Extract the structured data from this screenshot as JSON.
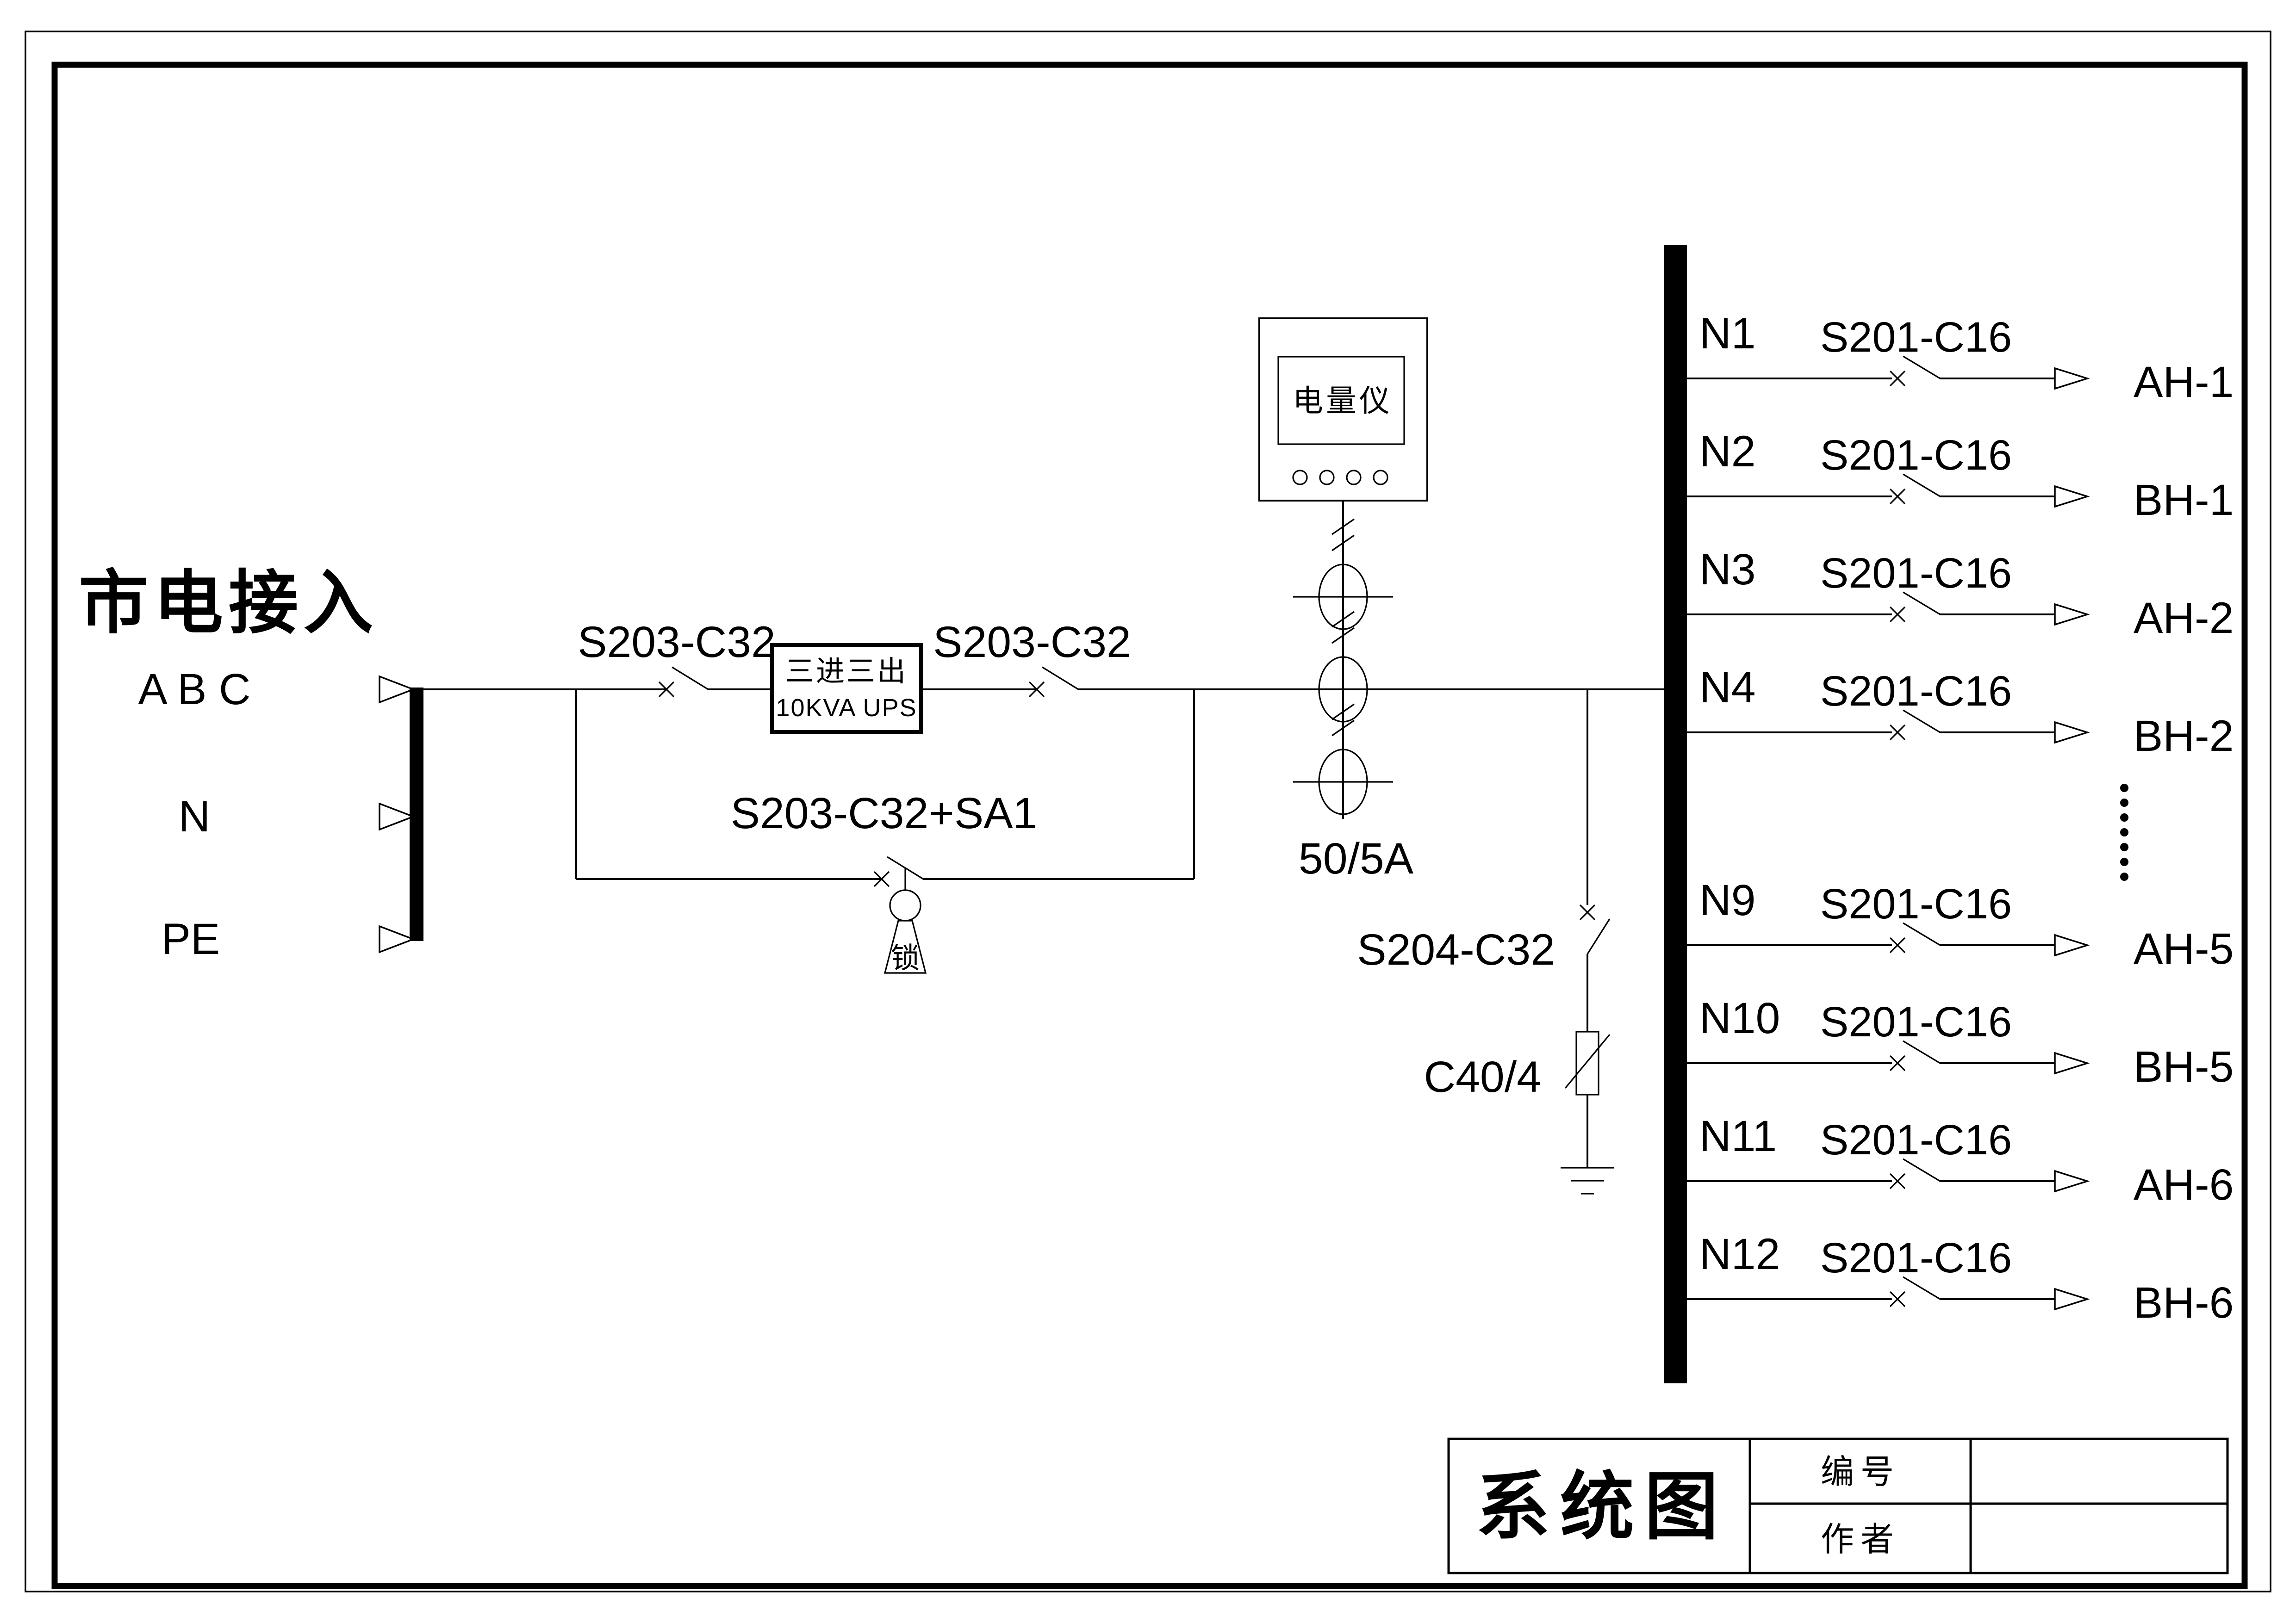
{
  "diagram": {
    "source_title": "市电接入",
    "incoming": {
      "phases": "A B C",
      "neutral": "N",
      "pe": "PE"
    },
    "input_breaker": "S203-C32",
    "output_breaker": "S203-C32",
    "bypass_breaker": "S203-C32+SA1",
    "bypass_lock": "锁",
    "ups": {
      "line1": "三进三出",
      "line2": "10KVA UPS"
    },
    "meter": {
      "label": "电量仪",
      "ct_ratio": "50/5A"
    },
    "spd": {
      "breaker": "S204-C32",
      "device": "C40/4"
    }
  },
  "branches": [
    {
      "n": "N1",
      "breaker": "S201-C16",
      "out": "AH-1"
    },
    {
      "n": "N2",
      "breaker": "S201-C16",
      "out": "BH-1"
    },
    {
      "n": "N3",
      "breaker": "S201-C16",
      "out": "AH-2"
    },
    {
      "n": "N4",
      "breaker": "S201-C16",
      "out": "BH-2"
    },
    {
      "n": "N9",
      "breaker": "S201-C16",
      "out": "AH-5"
    },
    {
      "n": "N10",
      "breaker": "S201-C16",
      "out": "BH-5"
    },
    {
      "n": "N11",
      "breaker": "S201-C16",
      "out": "AH-6"
    },
    {
      "n": "N12",
      "breaker": "S201-C16",
      "out": "BH-6"
    }
  ],
  "title_block": {
    "drawing_title": "系统图",
    "field_no": "编号",
    "field_author": "作者"
  }
}
